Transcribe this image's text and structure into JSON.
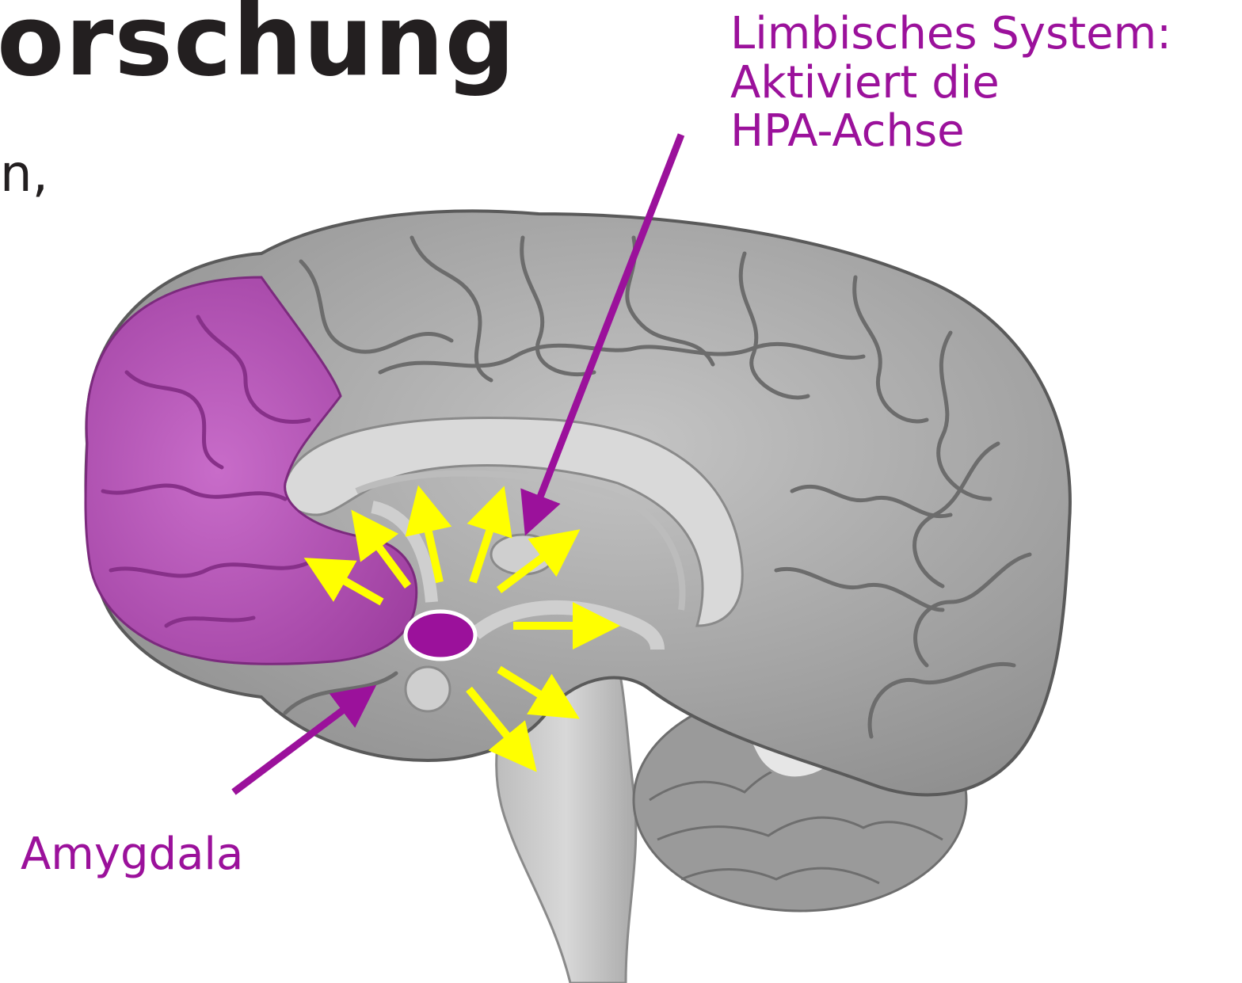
{
  "heading": {
    "title_fragment": "orschung",
    "line_fragment": "n,"
  },
  "labels": {
    "limbic_line1": "Limbisches System:",
    "limbic_line2": "Aktiviert die",
    "limbic_line3": "HPA-Achse",
    "amygdala": "Amygdala"
  },
  "colors": {
    "accent_purple": "#9b119b",
    "highlight_purple": "#b55ab7",
    "arrow_yellow": "#ffff00",
    "brain_gray": "#a6a6a6"
  }
}
